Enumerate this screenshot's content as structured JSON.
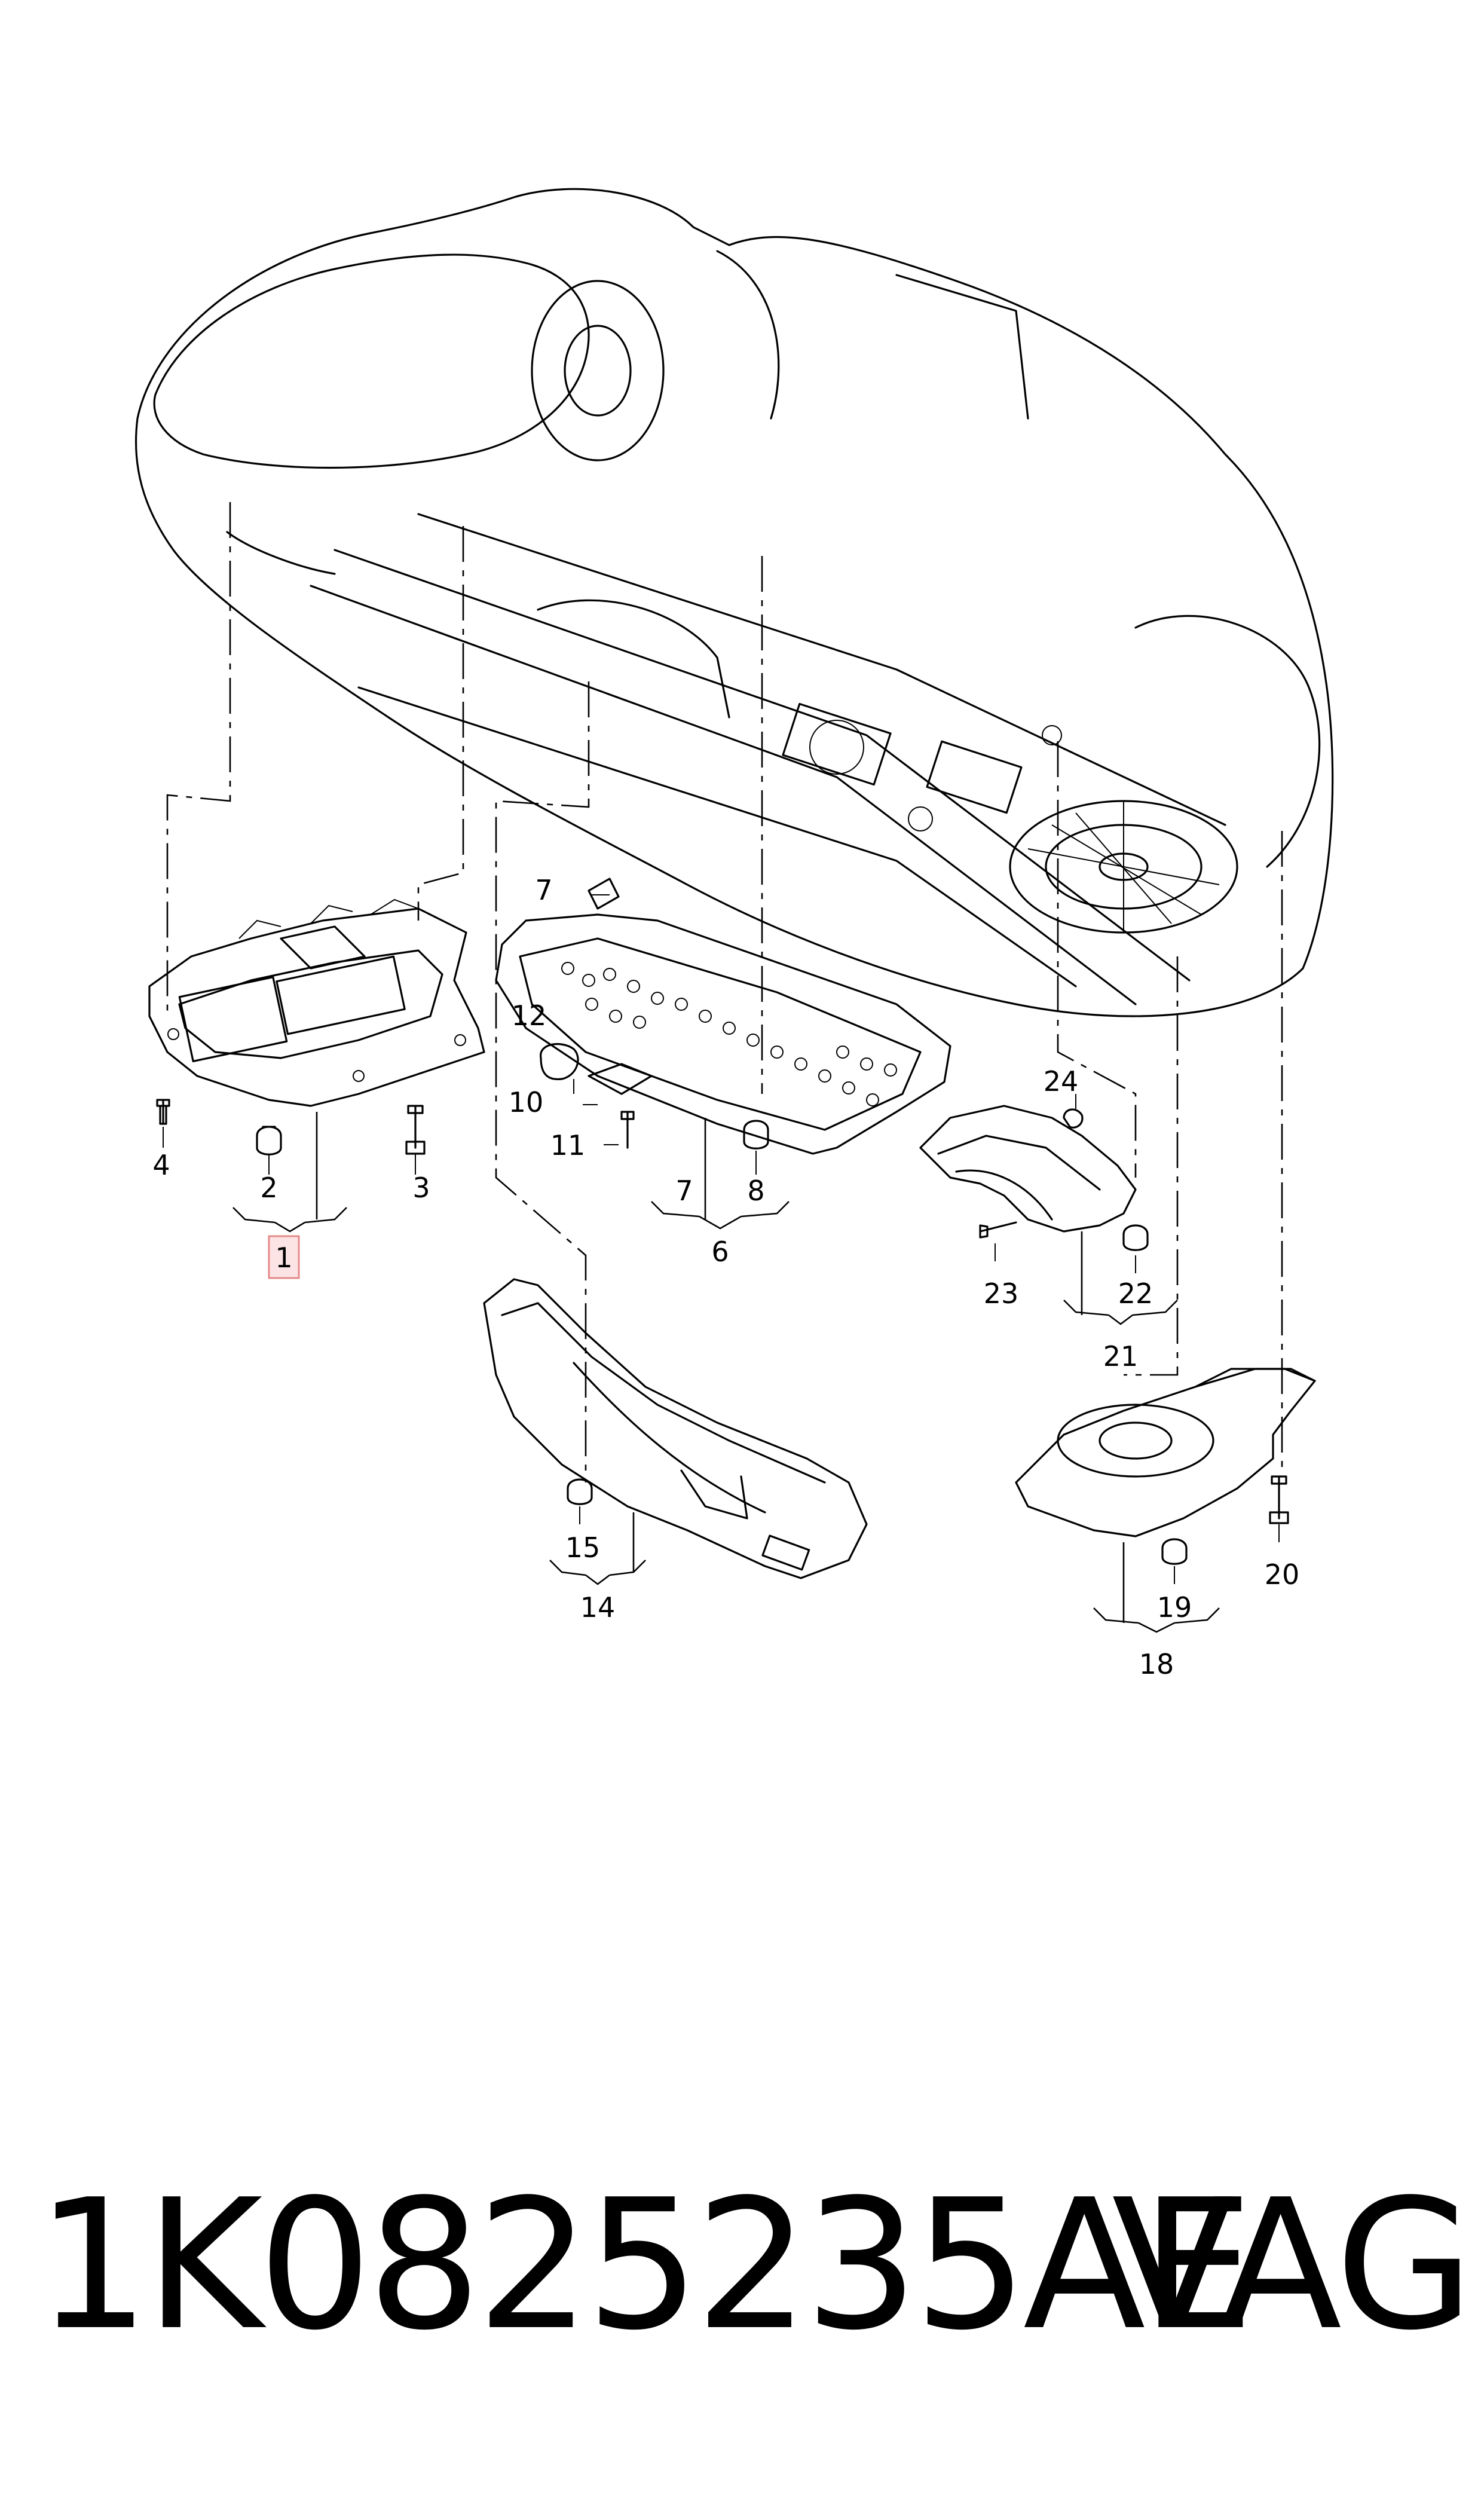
{
  "callouts": {
    "c1": "1",
    "c2": "2",
    "c3": "3",
    "c4": "4",
    "c6": "6",
    "c7a": "7",
    "c7b": "7",
    "c8": "8",
    "c10": "10",
    "c11": "11",
    "c12": "12",
    "c14": "14",
    "c15": "15",
    "c18": "18",
    "c19": "19",
    "c20": "20",
    "c21": "21",
    "c22": "22",
    "c23": "23",
    "c24": "24"
  },
  "footer": {
    "part_number": "1K0825235AE",
    "brand": "VAG"
  },
  "colors": {
    "line": "#000000",
    "highlight_fill": "#fde4e4",
    "highlight_stroke": "#e58a8a"
  }
}
